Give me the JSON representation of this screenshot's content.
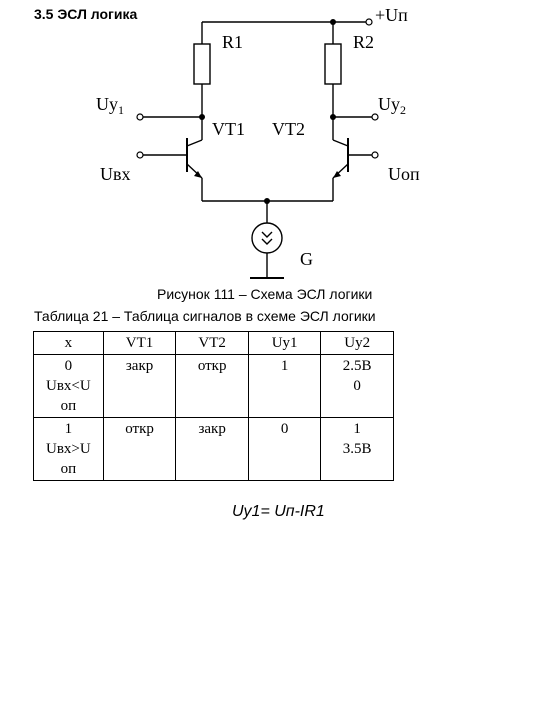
{
  "heading": "3.5 ЭСЛ логика",
  "circuit": {
    "labels": {
      "vplus": "+Uп",
      "r1": "R1",
      "r2": "R2",
      "uy1": "Uy",
      "uy1_sub": "1",
      "uy2": "Uy",
      "uy2_sub": "2",
      "vt1": "VT1",
      "vt2": "VT2",
      "uin": "Uвх",
      "uref": "Uоп",
      "g": "G"
    }
  },
  "figure_caption": "Рисунок  111 – Схема ЭСЛ логики",
  "table_caption": "Таблица 21 – Таблица сигналов в схеме ЭСЛ логики",
  "table": {
    "headers": [
      "x",
      "VT1",
      "VT2",
      "Uy1",
      "Uy2"
    ],
    "rows": [
      {
        "x": [
          "0",
          "Uвх<U",
          "оп"
        ],
        "vt1": "закр",
        "vt2": "откр",
        "uy1": "1",
        "uy2": [
          "2.5В",
          "0"
        ]
      },
      {
        "x": [
          "1",
          "Uвх>U",
          "оп"
        ],
        "vt1": "откр",
        "vt2": "закр",
        "uy1": "0",
        "uy2": [
          "1",
          "3.5В"
        ]
      }
    ]
  },
  "formula": "Uy1= Uп-IR1"
}
